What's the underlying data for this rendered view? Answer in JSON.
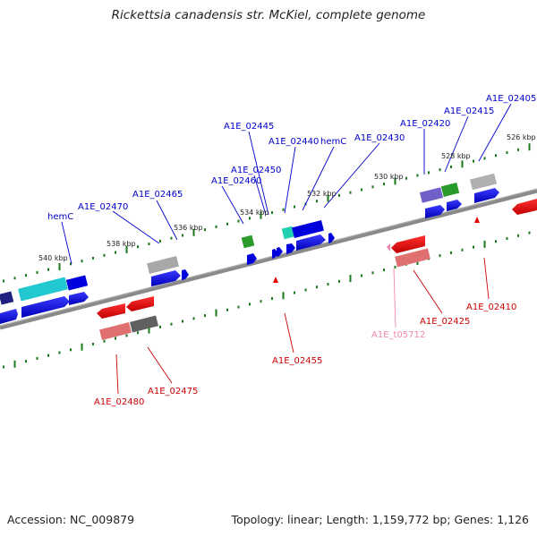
{
  "title": "Rickettsia canadensis str. McKiel, complete genome",
  "footer": {
    "accession": "Accession: NC_009879",
    "summary": "Topology: linear; Length: 1,159,772 bp; Genes: 1,126"
  },
  "scale_labels": [
    "540 kbp",
    "538 kbp",
    "536 kbp",
    "534 kbp",
    "532 kbp",
    "530 kbp",
    "528 kbp",
    "526 kbp"
  ],
  "gene_labels": {
    "forward": [
      "hemC",
      "A1E_02470",
      "A1E_02465",
      "A1E_02460",
      "A1E_02450",
      "A1E_02445",
      "A1E_02440",
      "hemC",
      "A1E_02430",
      "A1E_02420",
      "A1E_02415",
      "A1E_02405"
    ],
    "reverse": [
      "A1E_02480",
      "A1E_02475",
      "A1E_02455",
      "A1E_t05712",
      "A1E_02425",
      "A1E_02410"
    ]
  },
  "colors": {
    "forward_gene": "#0000dd",
    "reverse_gene": "#ee0000",
    "trna": "#ee88aa",
    "scale_tick": "#1a7a1a",
    "backbone": "#808080",
    "cyan_feature": "#22c8d0",
    "green_feature": "#2a9a2a",
    "purple_feature": "#7060c8",
    "grey_feature": "#a8a8a8",
    "salmon_feature": "#e07070",
    "dark_grey_feature": "#606060"
  }
}
